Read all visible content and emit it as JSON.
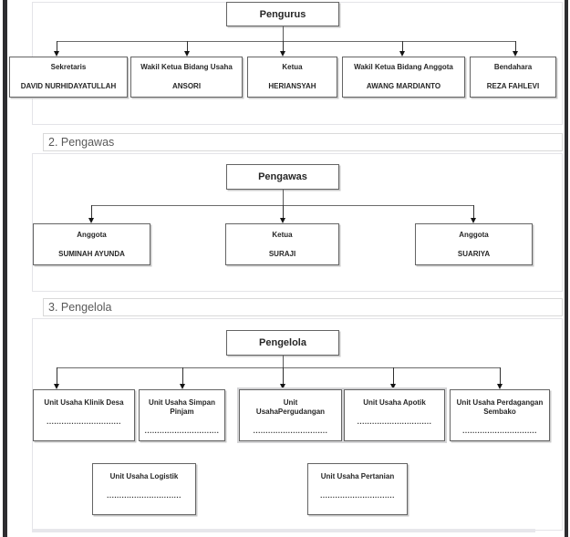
{
  "headings": {
    "pengawas": "2. Pengawas",
    "pengelola": "3. Pengelola"
  },
  "placeholders": {
    "dotted": ".............................."
  },
  "colors": {
    "box_border": "#646464",
    "block_border": "#e4e4e8",
    "heading_text": "#595959",
    "connector_line": "#595959",
    "page_edge": "#2d2d30"
  },
  "charts": [
    {
      "id": "pengurus",
      "root": "Pengurus",
      "children": [
        {
          "title": "Sekretaris",
          "name": "DAVID NURHIDAYATULLAH"
        },
        {
          "title": "Wakil Ketua Bidang Usaha",
          "name": "ANSORI"
        },
        {
          "title": "Ketua",
          "name": "HERIANSYAH"
        },
        {
          "title": "Wakil Ketua Bidang Anggota",
          "name": "AWANG MARDIANTO"
        },
        {
          "title": "Bendahara",
          "name": "REZA FAHLEVI"
        }
      ]
    },
    {
      "id": "pengawas",
      "root": "Pengawas",
      "children": [
        {
          "title": "Anggota",
          "name": "SUMINAH AYUNDA"
        },
        {
          "title": "Ketua",
          "name": "SURAJI"
        },
        {
          "title": "Anggota",
          "name": "SUARIYA"
        }
      ]
    },
    {
      "id": "pengelola",
      "root": "Pengelola",
      "children": [
        {
          "title": "Unit Usaha Klinik Desa"
        },
        {
          "title": "Unit Usaha Simpan Pinjam"
        },
        {
          "title": "Unit UsahaPergudangan"
        },
        {
          "title": "Unit Usaha Apotik"
        },
        {
          "title": "Unit Usaha Perdagangan Sembako"
        },
        {
          "title": "Unit Usaha Logistik"
        },
        {
          "title": "Unit Usaha Pertanian"
        }
      ]
    }
  ]
}
